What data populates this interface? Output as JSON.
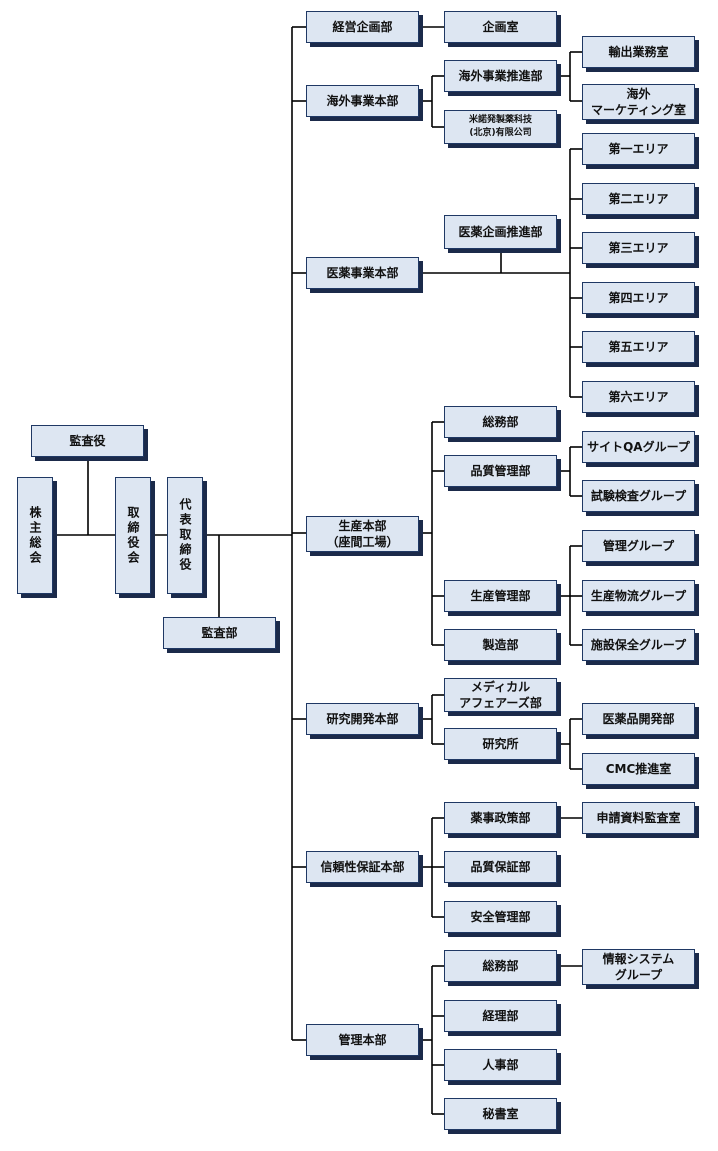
{
  "top": {
    "shareholders": "株主総会",
    "auditor": "監査役",
    "board": "取締役会",
    "ceo": "代表取締役",
    "audit_dept": "監査部"
  },
  "divisions": {
    "keiei": {
      "name": "経営企画部",
      "children": [
        "企画室"
      ]
    },
    "kaigai": {
      "name": "海外事業本部",
      "promo": "海外事業推進部",
      "china": "米諾発製薬科技\n(北京)有限公司",
      "promo_children": [
        "輸出業務室",
        "海外\nマーケティング室"
      ]
    },
    "iyaku": {
      "name": "医薬事業本部",
      "promo": "医薬企画推進部",
      "areas": [
        "第一エリア",
        "第二エリア",
        "第三エリア",
        "第四エリア",
        "第五エリア",
        "第六エリア"
      ]
    },
    "seisan": {
      "name": "生産本部\n（座間工場）",
      "soumu": "総務部",
      "hinshitsu": "品質管理部",
      "hinshitsu_children": [
        "サイトQAグループ",
        "試験検査グループ"
      ],
      "seisan_kanri": "生産管理部",
      "seisan_kanri_children": [
        "管理グループ",
        "生産物流グループ",
        "施設保全グループ"
      ],
      "seizo": "製造部"
    },
    "kenkyu": {
      "name": "研究開発本部",
      "medical": "メディカル\nアフェアーズ部",
      "lab": "研究所",
      "lab_children": [
        "医薬品開発部",
        "CMC推進室"
      ]
    },
    "shinrai": {
      "name": "信頼性保証本部",
      "yakuji": "薬事政策部",
      "yakuji_child": "申請資料監査室",
      "hosho": "品質保証部",
      "anzen": "安全管理部"
    },
    "kanri": {
      "name": "管理本部",
      "soumu": "総務部",
      "soumu_child": "情報システム\nグループ",
      "keiri": "経理部",
      "jinji": "人事部",
      "hisho": "秘書室"
    }
  },
  "colors": {
    "box_fill": "#dde6f2",
    "box_border": "#1f3864",
    "shadow": "#1b2a4a",
    "line": "#000000"
  }
}
